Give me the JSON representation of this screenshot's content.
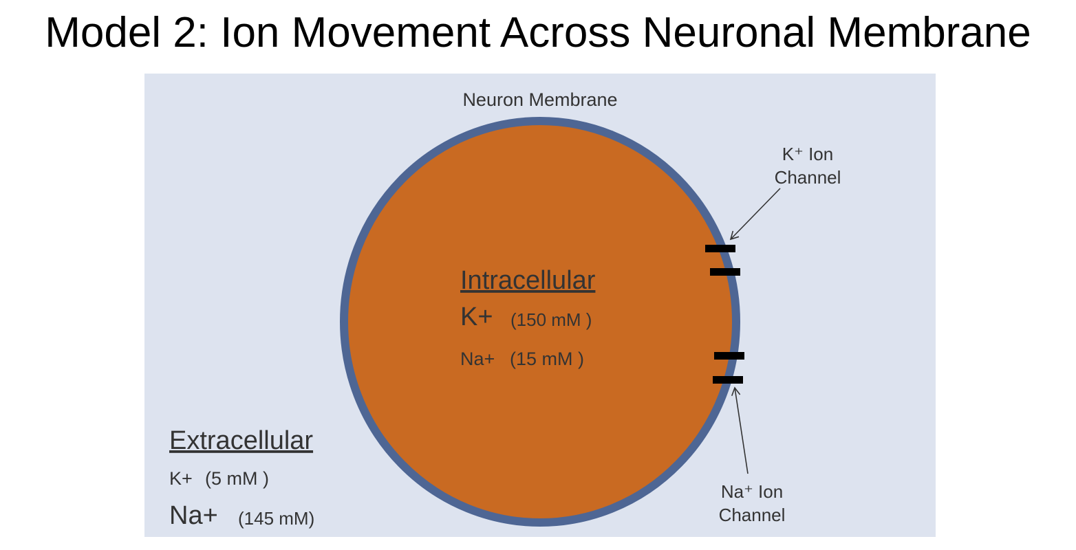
{
  "title": "Model 2: Ion Movement Across Neuronal Membrane",
  "colors": {
    "background": "#dde3ef",
    "cell_fill": "#c96a22",
    "membrane": "#4e6694",
    "channel": "#000000",
    "text": "#333333",
    "title_text": "#000000"
  },
  "membrane_label": "Neuron Membrane",
  "intracellular": {
    "heading": "Intracellular",
    "k_label": "K+",
    "k_value": "(150 mM )",
    "na_label": "Na+",
    "na_value": "(15 mM )"
  },
  "extracellular": {
    "heading": "Extracellular",
    "k_label": "K+",
    "k_value": "(5 mM )",
    "na_label": "Na+",
    "na_value": "(145 mM)"
  },
  "k_channel": {
    "label_line1": "K⁺ Ion",
    "label_line2": "Channel"
  },
  "na_channel": {
    "label_line1": "Na⁺ Ion",
    "label_line2": "Channel"
  }
}
